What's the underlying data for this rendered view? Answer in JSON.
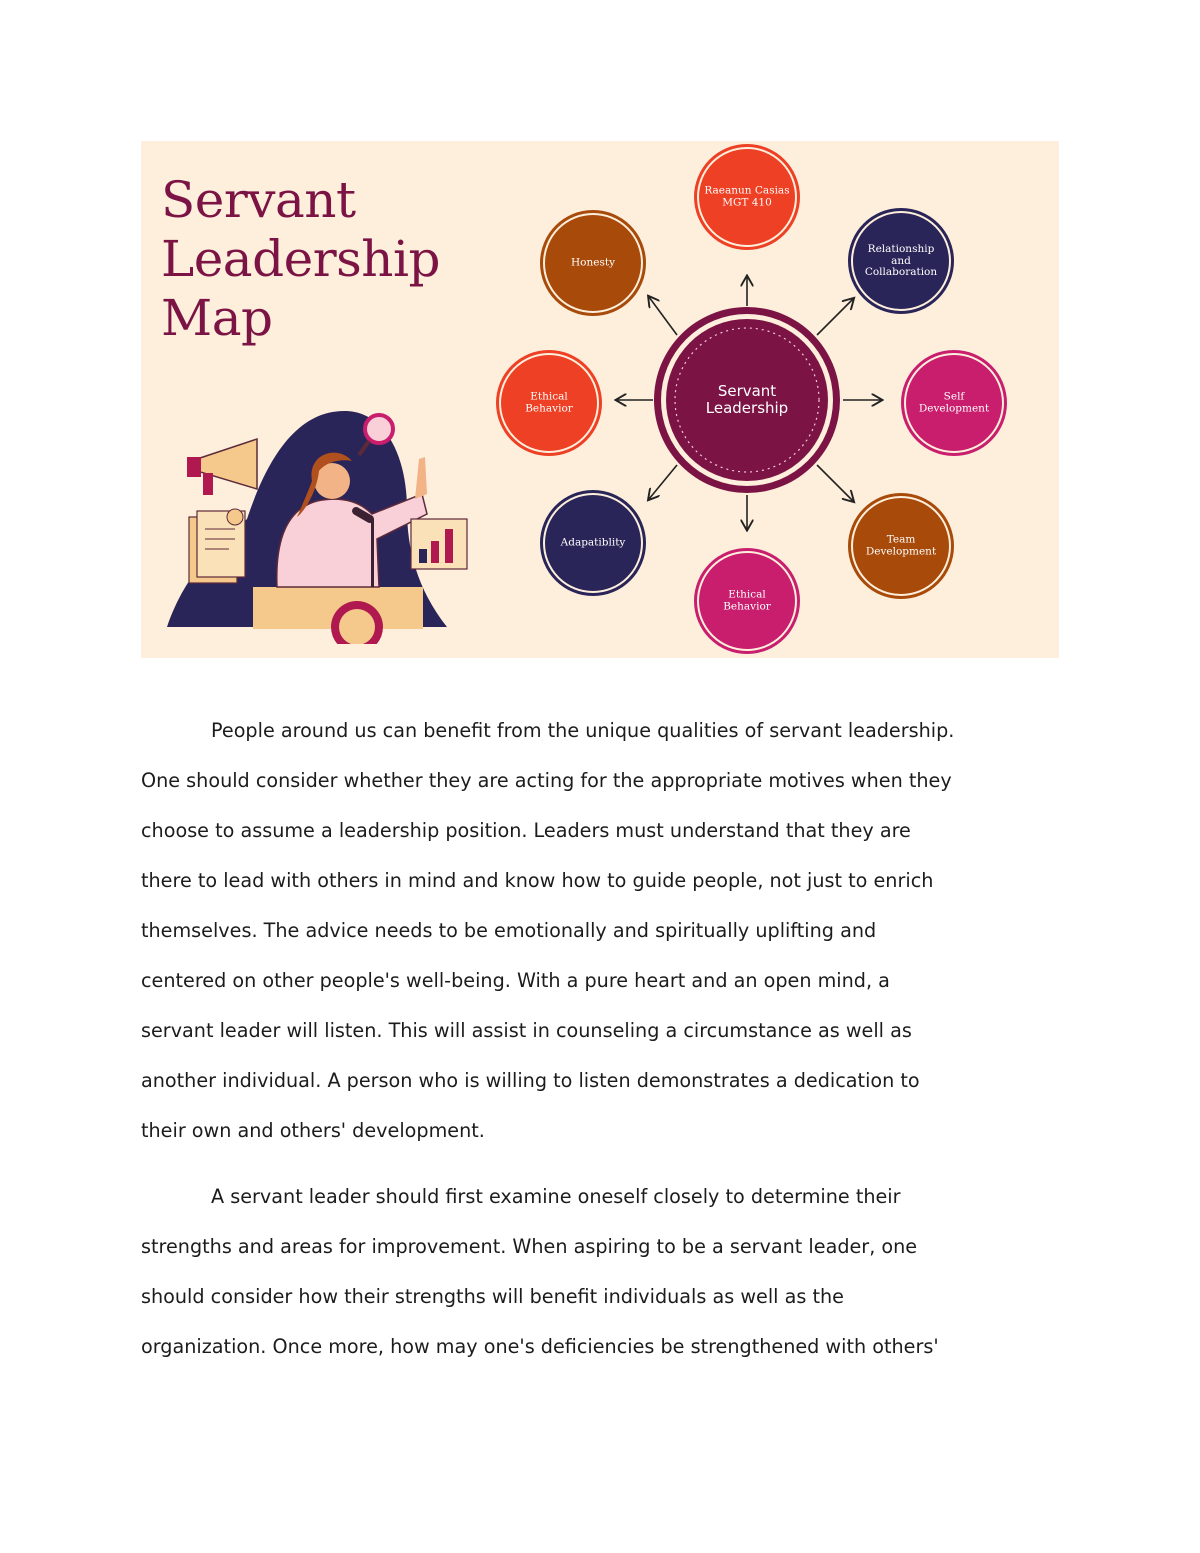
{
  "figure": {
    "title_lines": [
      "Servant",
      "Leadership",
      "Map"
    ],
    "center": [
      "Servant",
      "Leadership"
    ],
    "nodes": [
      {
        "id": "author",
        "lines": [
          "Raeanun Casias",
          "MGT 410"
        ],
        "color": "#ee4024"
      },
      {
        "id": "relationship",
        "lines": [
          "Relationship",
          "and",
          "Collaboration"
        ],
        "color": "#2a2558"
      },
      {
        "id": "self-development",
        "lines": [
          "Self",
          "Development"
        ],
        "color": "#c91e6e"
      },
      {
        "id": "team-development",
        "lines": [
          "Team",
          "Development"
        ],
        "color": "#a84a0a"
      },
      {
        "id": "ethical-behavior-bottom",
        "lines": [
          "Ethical",
          "Behavior"
        ],
        "color": "#c91e6e"
      },
      {
        "id": "adaptability",
        "lines": [
          "Adapatiblity"
        ],
        "color": "#2a2558"
      },
      {
        "id": "ethical-behavior-left",
        "lines": [
          "Ethical",
          "Behavior"
        ],
        "color": "#ee4024"
      },
      {
        "id": "honesty",
        "lines": [
          "Honesty"
        ],
        "color": "#a84a0a"
      }
    ],
    "colors": {
      "background": "#fdefdc",
      "title": "#7b1445",
      "center": "#7b1445"
    }
  },
  "paragraphs": [
    "People around us can benefit from the unique qualities of servant leadership.\nOne should consider whether they are acting for the appropriate motives when they\nchoose to assume a leadership position. Leaders must understand that they are\nthere to lead with others in mind and know how to guide people, not just to enrich\nthemselves. The advice needs to be emotionally and spiritually uplifting and\ncentered on other people's well-being. With a pure heart and an open mind, a\nservant leader will listen. This will assist in counseling a circumstance as well as\nanother individual. A person who is willing to listen demonstrates a dedication to\ntheir own and others' development.",
    "A servant leader should first examine oneself closely to determine their\nstrengths and areas for improvement. When aspiring to be a servant leader, one\nshould consider how their strengths will benefit individuals as well as the\norganization. Once more, how may one's deficiencies be strengthened with others'"
  ]
}
